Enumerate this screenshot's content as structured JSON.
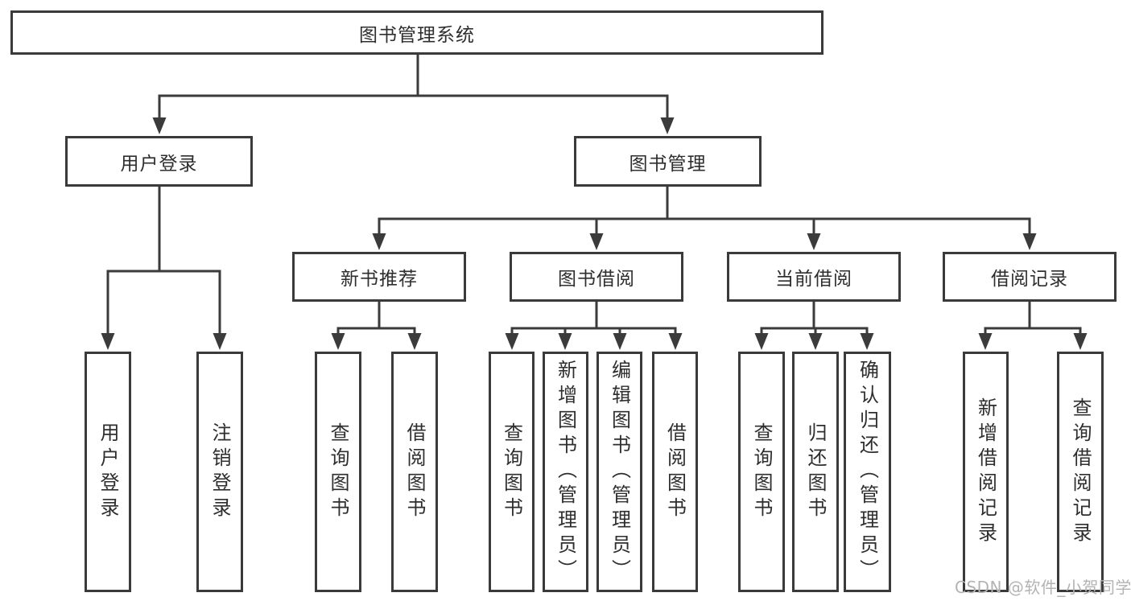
{
  "diagram": {
    "colors": {
      "line": "#3b3b3b",
      "box_border": "#3a3a3a",
      "text": "#2e2e2e",
      "background": "#ffffff",
      "watermark": "#b3b3b3"
    },
    "root": {
      "label": "图书管理系统"
    },
    "level2": {
      "user_login": "用户登录",
      "book_management": "图书管理"
    },
    "level3": {
      "new_book_recommend": "新书推荐",
      "book_borrow": "图书借阅",
      "current_borrow": "当前借阅",
      "borrow_records": "借阅记录"
    },
    "leaves": {
      "user_login": "用户登录",
      "logout_login": "注销登录",
      "nb_query_books": "查询图书",
      "nb_borrow_books": "借阅图书",
      "bb_query_books": "查询图书",
      "bb_add_books_admin": "新增图书（管理员）",
      "bb_edit_books_admin": "编辑图书（管理员）",
      "bb_borrow_books": "借阅图书",
      "cb_query_books": "查询图书",
      "cb_return_books": "归还图书",
      "cb_confirm_return_admin": "确认归还（管理员）",
      "br_add_record": "新增借阅记录",
      "br_query_record": "查询借阅记录"
    },
    "watermark": "CSDN @软件_小贺同学"
  }
}
